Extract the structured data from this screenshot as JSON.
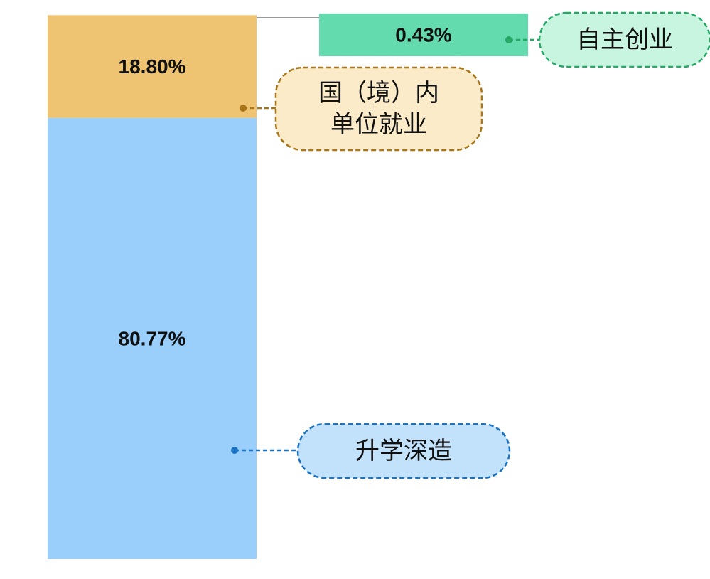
{
  "chart_data": {
    "type": "bar",
    "stacked": true,
    "ylim": [
      0,
      100
    ],
    "series": [
      {
        "label": "80.77%",
        "value": 80.77,
        "callout": [
          "升学深造"
        ],
        "color": "#99cffa",
        "callout_fill": "#c2e2fb",
        "callout_border": "#1a72c2"
      },
      {
        "label": "18.80%",
        "value": 18.8,
        "callout": [
          "国（境）内",
          "单位就业"
        ],
        "color": "#eec472",
        "callout_fill": "#fbebc9",
        "callout_border": "#a87619"
      },
      {
        "label": "0.43%",
        "value": 0.43,
        "callout": [
          "自主创业"
        ],
        "color": "#64dbaf",
        "callout_fill": "#c8f5df",
        "callout_border": "#26a867"
      }
    ]
  }
}
